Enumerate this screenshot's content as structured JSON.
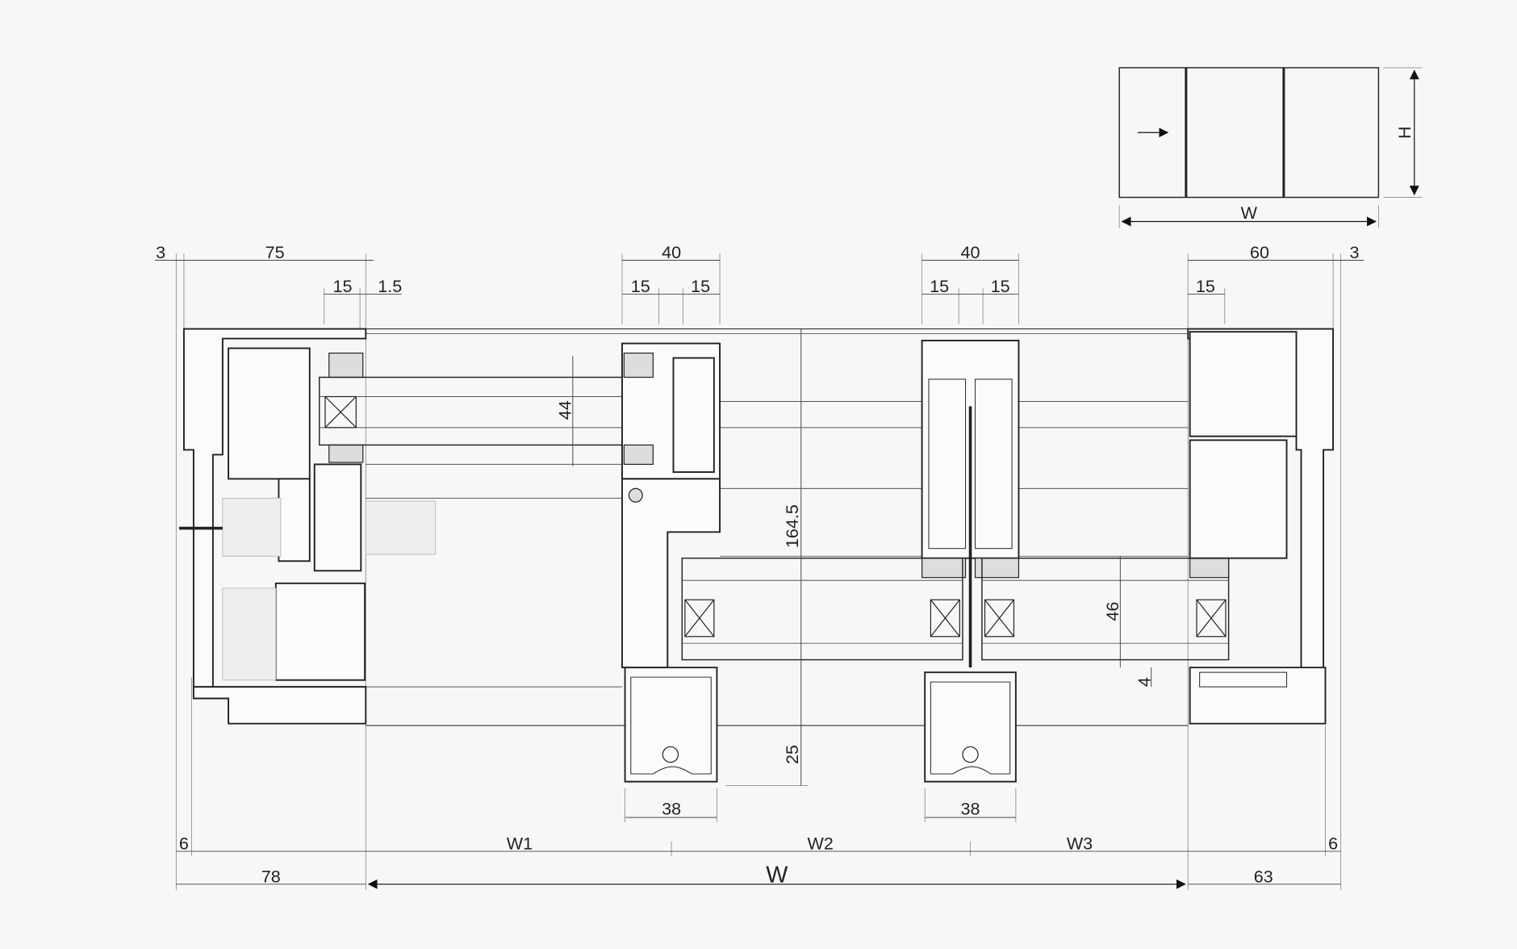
{
  "inset": {
    "width_label": "W",
    "height_label": "H"
  },
  "top_dims": {
    "left_gap": "3",
    "left_frame": "75",
    "left_15": "15",
    "left_1_5": "1.5",
    "sash1_width": "40",
    "sash1_15a": "15",
    "sash1_15b": "15",
    "sash2_width": "40",
    "sash2_15a": "15",
    "sash2_15b": "15",
    "right_frame": "60",
    "right_gap": "3",
    "right_15": "15"
  },
  "vertical_dims": {
    "glass_upper": "44",
    "overall_height": "164.5",
    "glass_lower": "46",
    "gap": "4",
    "bottom": "25"
  },
  "bottom_dims": {
    "sash1_bottom": "38",
    "sash2_bottom": "38",
    "left_6": "6",
    "w1": "W1",
    "w2": "W2",
    "w3": "W3",
    "right_6": "6",
    "left_78": "78",
    "w_total": "W",
    "right_63": "63"
  }
}
